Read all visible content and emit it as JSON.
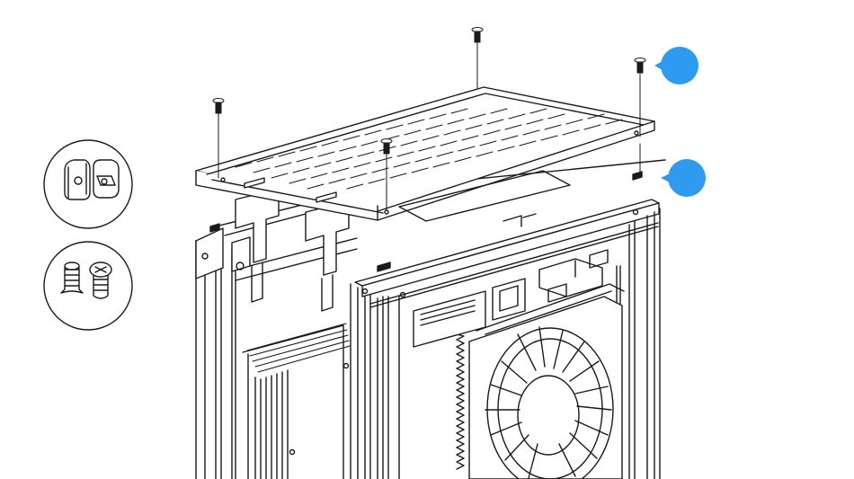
{
  "figure": {
    "type": "exploded-assembly-illustration",
    "subject": "pc-case-top-panel-installation"
  },
  "colors": {
    "background": "#ffffff",
    "line": "#1a1a1a",
    "callout": "#2f9bf0",
    "callout_shadow": "#1e78c8"
  },
  "parts_legend": [
    {
      "icon": "nut-pair-icon"
    },
    {
      "icon": "screw-pair-icon"
    }
  ],
  "callouts": [
    {
      "target": "top-right-screw"
    },
    {
      "target": "top-right-mount-point"
    }
  ],
  "screws": [
    {
      "name": "top-left-screw"
    },
    {
      "name": "top-center-screw"
    },
    {
      "name": "middle-screw"
    },
    {
      "name": "top-right-screw"
    }
  ]
}
